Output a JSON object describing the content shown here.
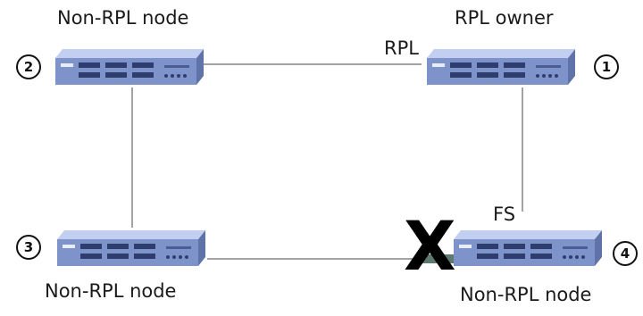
{
  "nodes": [
    {
      "id": "1",
      "number": "1",
      "label": "RPL owner"
    },
    {
      "id": "2",
      "number": "2",
      "label": "Non-RPL node"
    },
    {
      "id": "3",
      "number": "3",
      "label": "Non-RPL node"
    },
    {
      "id": "4",
      "number": "4",
      "label": "Non-RPL node"
    }
  ],
  "links": {
    "rpl_label": "RPL",
    "fs_label": "FS",
    "fault_mark": "X"
  },
  "colors": {
    "switch_body": "#7e93c9",
    "switch_top": "#b9c6ea",
    "link": "#a3a3a3",
    "ports": "#2f3d6e"
  },
  "icons": [
    "switch-icon"
  ]
}
